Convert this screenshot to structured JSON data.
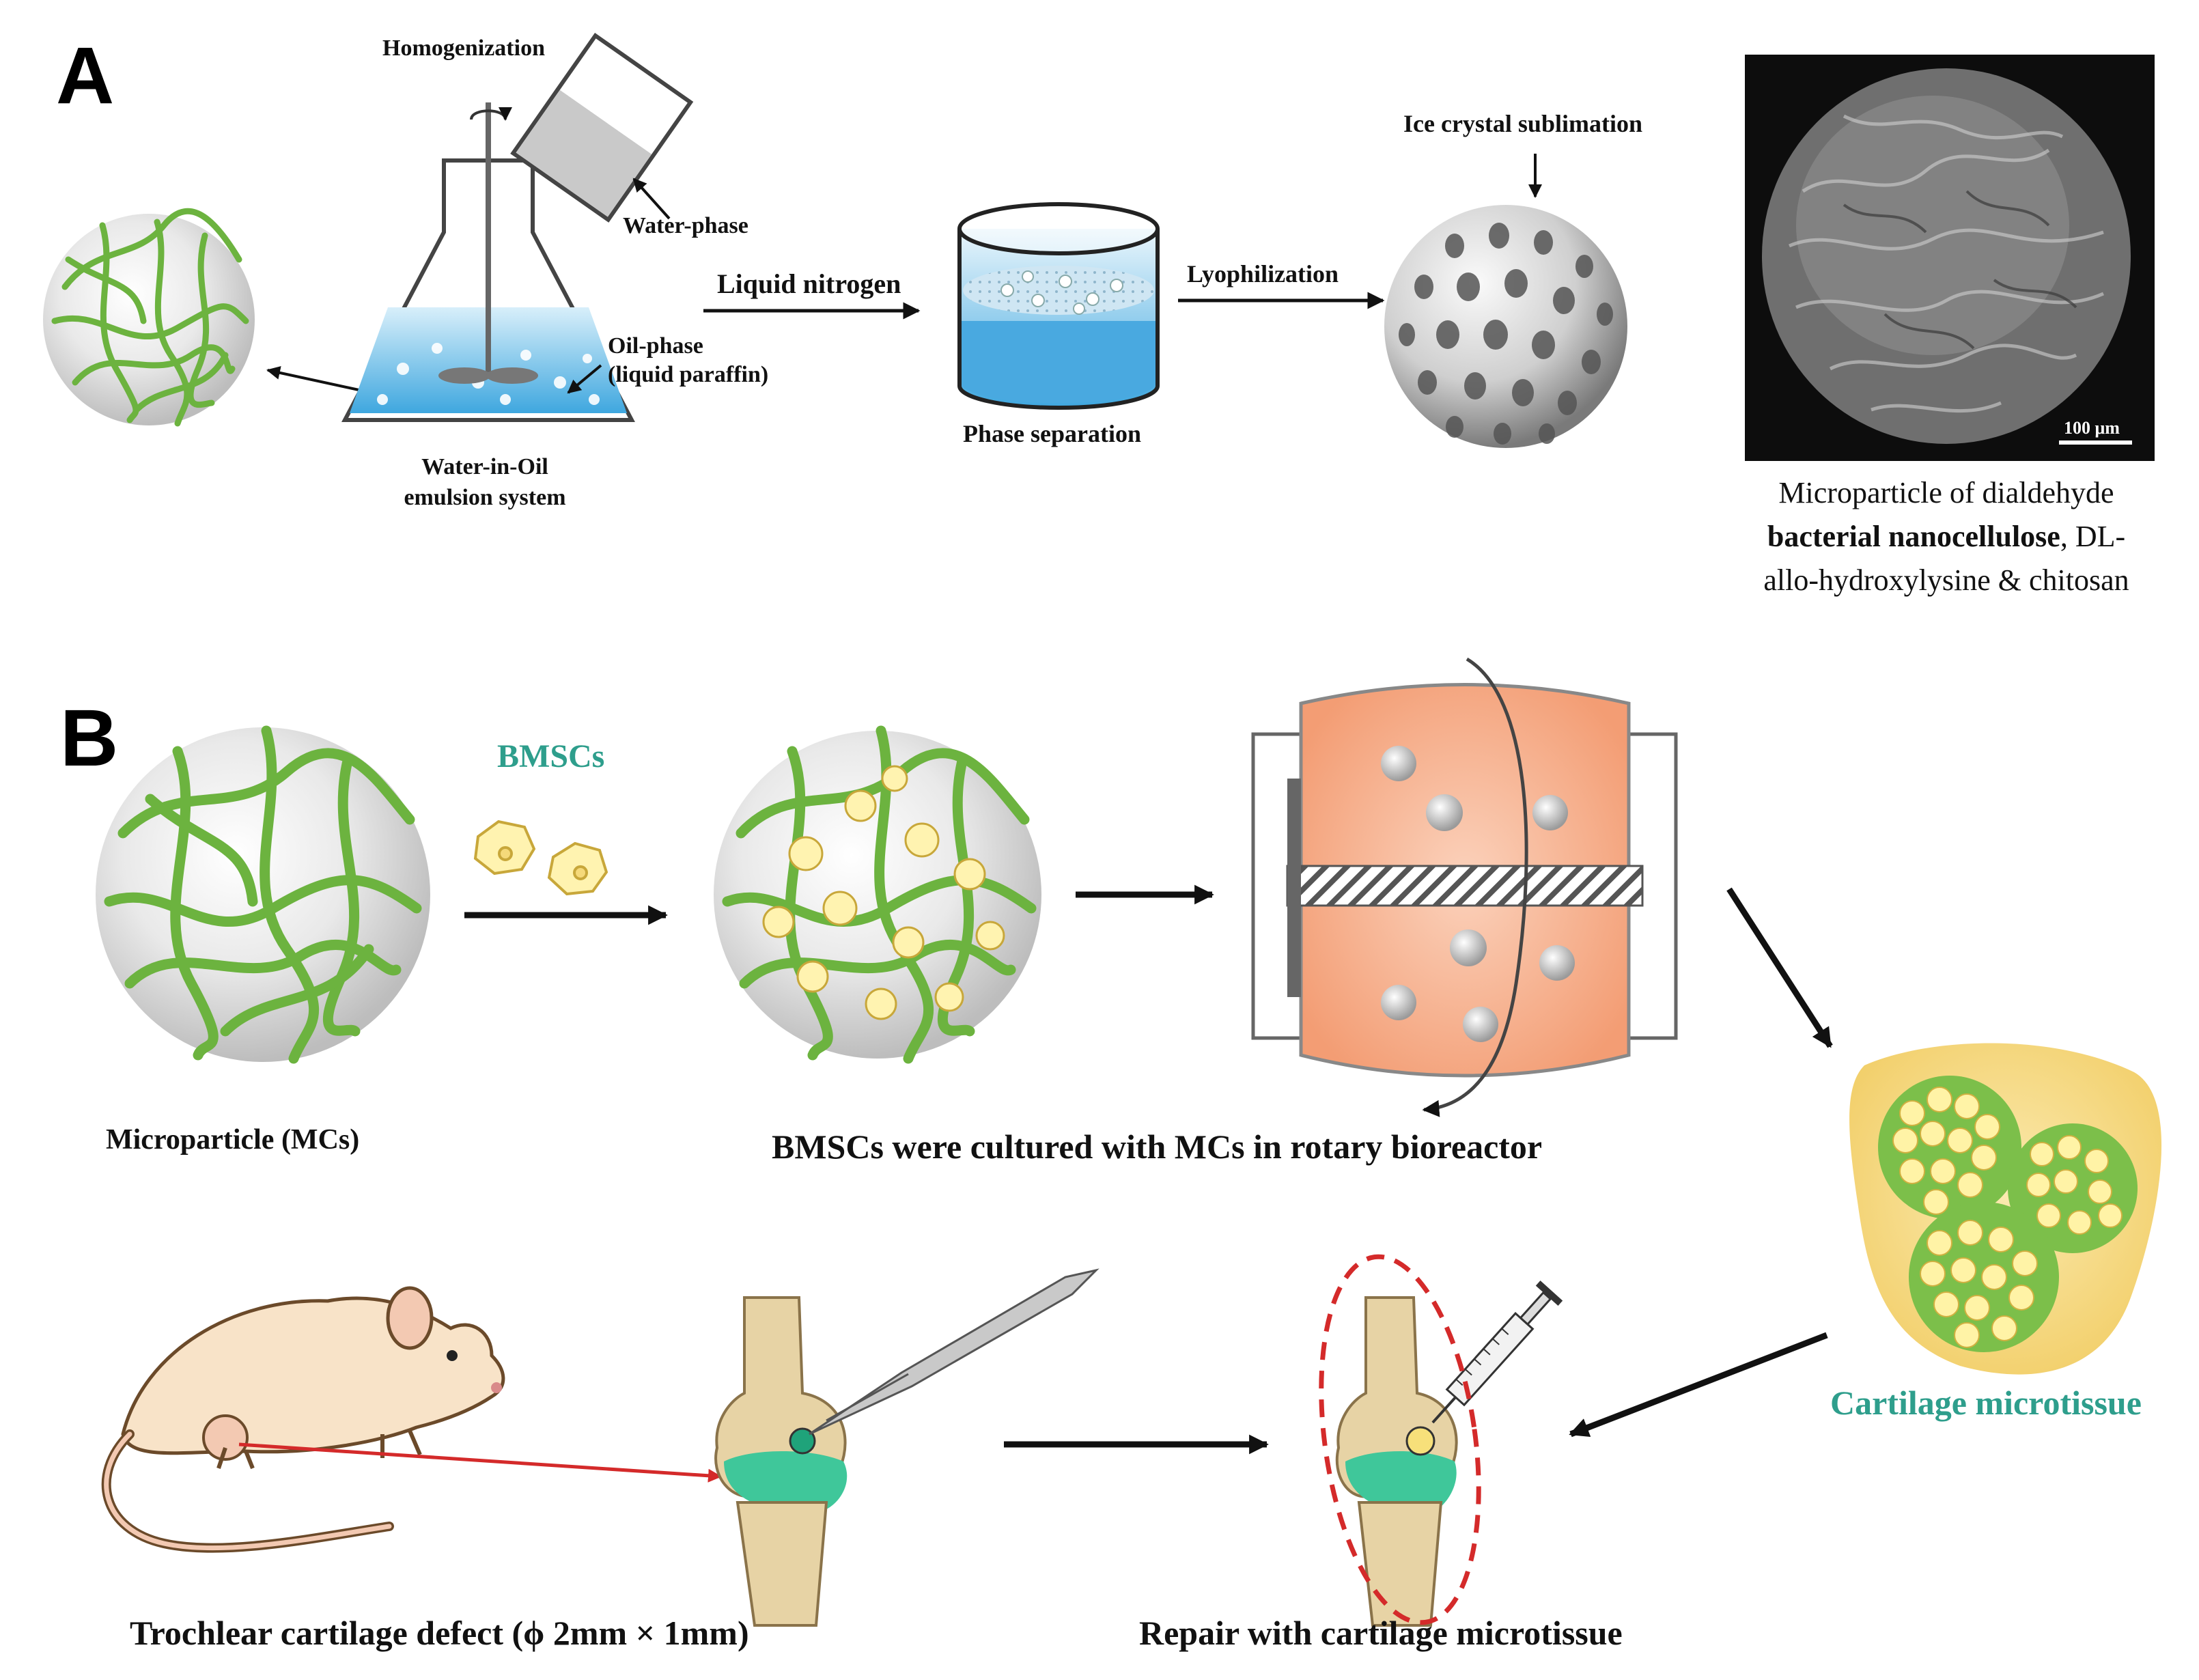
{
  "panel_a": {
    "letter": "A",
    "homogenization": "Homogenization",
    "water_phase": "Water-phase",
    "oil_phase_1": "Oil-phase",
    "oil_phase_2": "(liquid paraffin)",
    "emulsion_1": "Water-in-Oil",
    "emulsion_2": "emulsion system",
    "liquid_nitrogen": "Liquid nitrogen",
    "phase_separation": "Phase separation",
    "lyophilization": "Lyophilization",
    "ice_crystal": "Ice crystal sublimation",
    "scale_bar": "100 μm",
    "caption": {
      "line1": "Microparticle of dialdehyde",
      "line2_bold": "bacterial nanocellulose",
      "line2_rest": ", DL-",
      "line3": "allo-hydroxylysine & chitosan"
    }
  },
  "panel_b": {
    "letter": "B",
    "bmscs": "BMSCs",
    "microparticle": "Microparticle  (MCs)",
    "bioreactor_caption": "BMSCs were cultured with MCs in rotary bioreactor",
    "cartilage_microtissue": "Cartilage microtissue",
    "defect_caption": "Trochlear cartilage defect (ϕ 2mm × 1mm)",
    "repair_caption": "Repair with cartilage microtissue"
  },
  "colors": {
    "fiber_green": "#6cb33f",
    "teal_label": "#2e9e8c",
    "water_blue": "#5ab6e6",
    "bioreactor_orange": "#f6b08e",
    "microtissue_yellow": "#f7dc8c",
    "cartilage_green": "#3fc79a",
    "red_marker": "#d42a2a"
  }
}
